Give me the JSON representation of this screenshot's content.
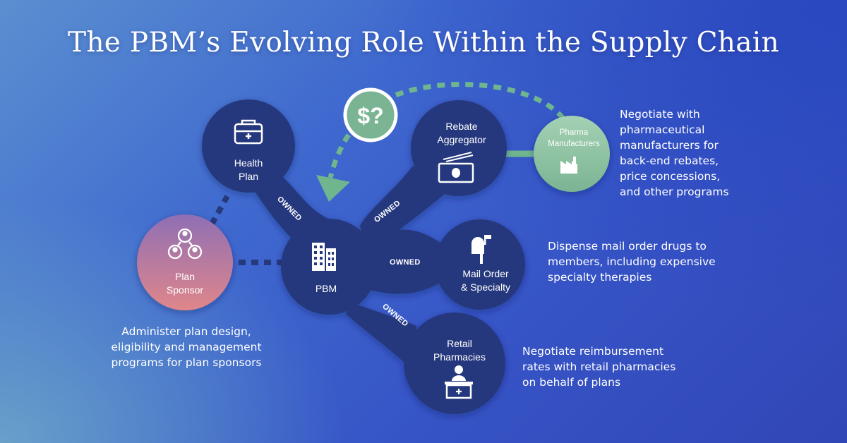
{
  "title": "The PBM’s Evolving Role Within the Supply Chain",
  "nodes": {
    "health_plan": {
      "line1": "Health",
      "line2": "Plan",
      "icon": "first-aid-kit-icon"
    },
    "plan_sponsor": {
      "line1": "Plan",
      "line2": "Sponsor",
      "icon": "people-group-icon"
    },
    "pbm": {
      "line1": "PBM",
      "icon": "building-icon"
    },
    "rebate_aggregator": {
      "line1": "Rebate",
      "line2": "Aggregator",
      "icon": "cash-icon"
    },
    "pharma_manufacturers": {
      "line1": "Pharma",
      "line2": "Manufacturers",
      "icon": "factory-icon"
    },
    "mail_order": {
      "line1": "Mail Order",
      "line2": "& Specialty",
      "icon": "mailbox-icon"
    },
    "retail_pharmacies": {
      "line1": "Retail",
      "line2": "Pharmacies",
      "icon": "pharmacy-counter-icon"
    },
    "money_badge": {
      "text": "$?"
    }
  },
  "owned_labels": [
    "OWNED",
    "OWNED",
    "OWNED",
    "OWNED"
  ],
  "descriptions": {
    "pharma": [
      "Negotiate with",
      "pharmaceutical",
      "manufacturers for",
      "back-end rebates,",
      "price concessions,",
      "and other programs"
    ],
    "mail": [
      "Dispense mail order drugs to",
      "members, including expensive",
      "specialty therapies"
    ],
    "sponsor": [
      "Administer plan design,",
      "eligibility and management",
      "programs for plan sponsors"
    ],
    "retail": [
      "Negotiate reimbursement",
      "rates with retail pharmacies",
      "on behalf of plans"
    ]
  },
  "colors": {
    "node": "#27397d",
    "pharma_node": "#8fc6a4",
    "sponsor_top": "#8f6fb4",
    "sponsor_bottom": "#e0868a",
    "accent_green": "#6fb68f"
  }
}
